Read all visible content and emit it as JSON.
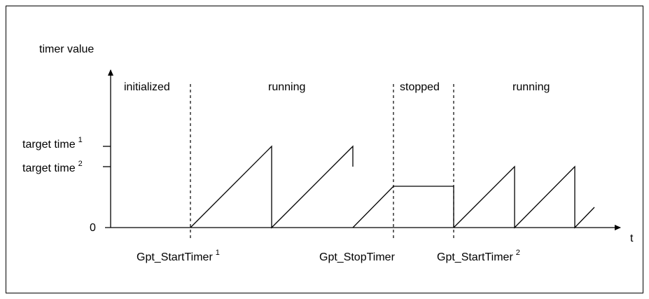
{
  "axes": {
    "y_label": "timer value",
    "x_label": "t",
    "zero_label": "0"
  },
  "y_ticks": [
    {
      "label": "target time",
      "sup": "1"
    },
    {
      "label": "target time",
      "sup": "2"
    }
  ],
  "phases": [
    "initialized",
    "running",
    "stopped",
    "running"
  ],
  "events": [
    {
      "label": "Gpt_StartTimer",
      "sup": "1"
    },
    {
      "label": "Gpt_StopTimer",
      "sup": ""
    },
    {
      "label": "Gpt_StartTimer",
      "sup": "2"
    }
  ],
  "colors": {
    "line": "#000000",
    "background": "#ffffff"
  }
}
